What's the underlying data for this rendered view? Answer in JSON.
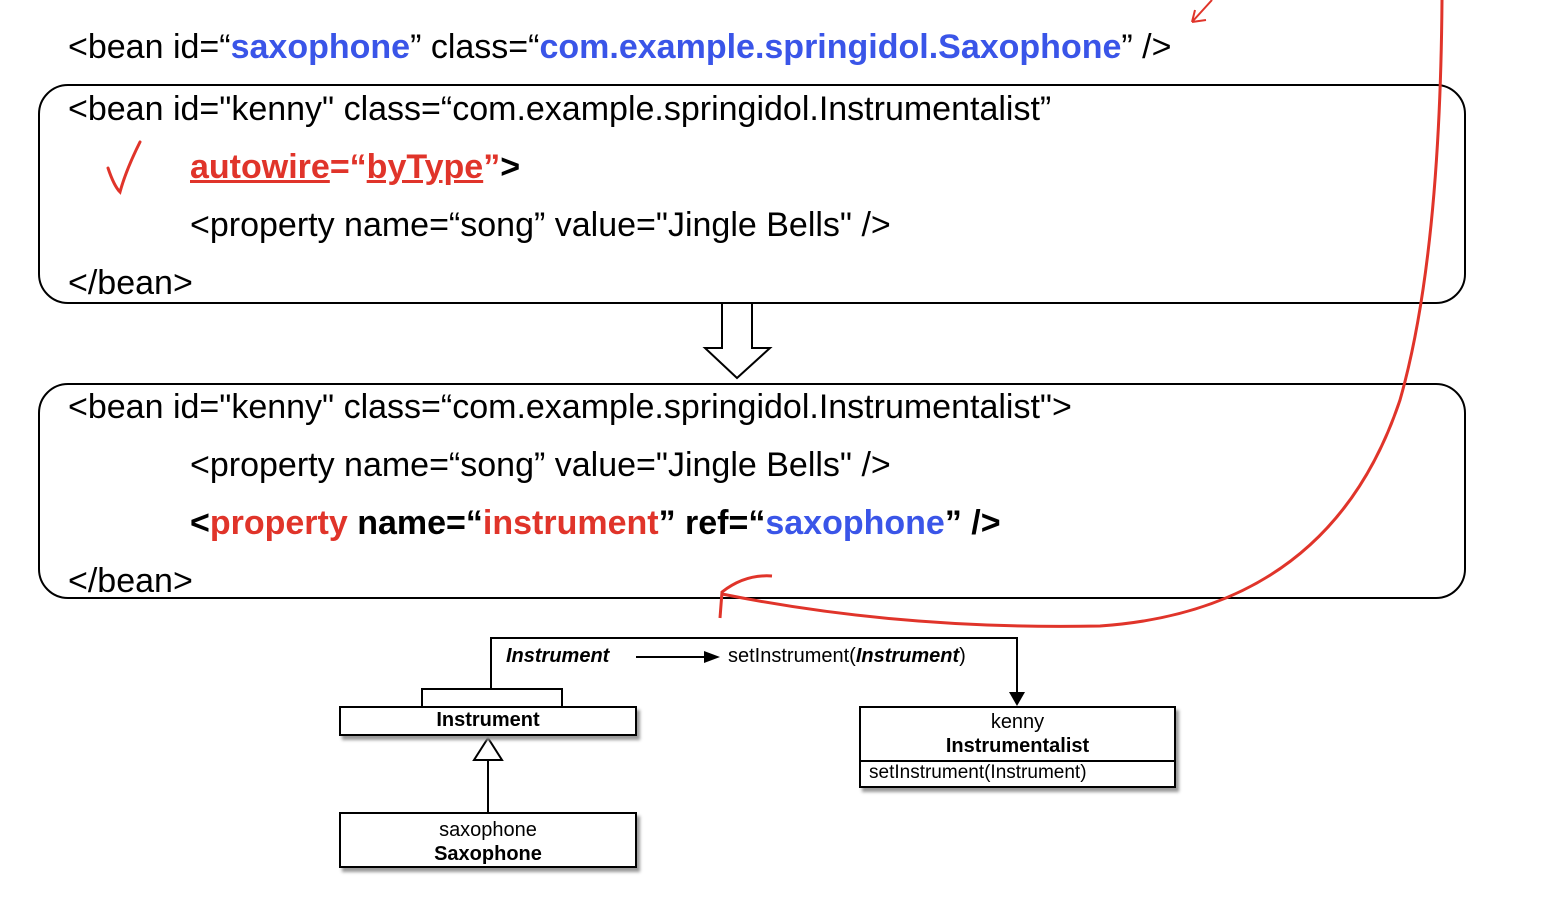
{
  "top_bean": {
    "open": "<bean id=“",
    "id": "saxophone",
    "mid": "” class=“",
    "cls": "com.example.springidol.Saxophone",
    "close": "” />"
  },
  "autowire_bean": {
    "line1": "<bean id=\"kenny\" class=“com.example.springidol.Instrumentalist”",
    "attr": "autowire",
    "eq": "=“",
    "value": "byType",
    "quote": "”",
    "gt": ">",
    "prop": "<property name=“song” value=\"Jingle Bells\" />",
    "end": "</bean>"
  },
  "explicit_bean": {
    "line1": "<bean id=\"kenny\" class=“com.example.springidol.Instrumentalist\">",
    "prop": "<property name=“song” value=\"Jingle Bells\" />",
    "lt": "<",
    "prop_tag": "property",
    "name_eq": " name=“",
    "name_val": "instrument",
    "ref_eq": "” ref=“",
    "ref_val": "saxophone",
    "close": "” />",
    "end": "</bean>"
  },
  "uml": {
    "arrow_type": "Instrument",
    "setter_prefix": "setInstrument(",
    "setter_type": "Instrument",
    "setter_suffix": ")",
    "instrument_class": "Instrument",
    "sax_id": "saxophone",
    "sax_class": "Saxophone",
    "kenny_id": "kenny",
    "kenny_class": "Instrumentalist",
    "kenny_method": "setInstrument(Instrument)"
  },
  "colors": {
    "blue": "#3a55e8",
    "red": "#e0342a"
  }
}
